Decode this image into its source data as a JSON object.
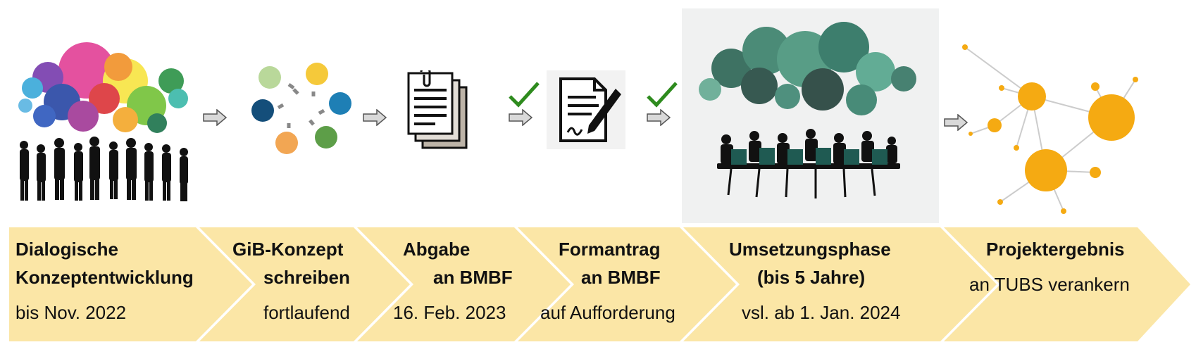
{
  "steps": [
    {
      "title_1": "Dialogische",
      "title_2": "Konzeptentwicklung",
      "subtitle": "bis Nov. 2022"
    },
    {
      "title_1": "GiB-Konzept",
      "title_2": "schreiben",
      "subtitle": "fortlaufend"
    },
    {
      "title_1": "Abgabe",
      "title_2": "an BMBF",
      "subtitle": "16. Feb. 2023"
    },
    {
      "title_1": "Formantrag",
      "title_2": "an BMBF",
      "subtitle": "auf Aufforderung"
    },
    {
      "title_1": "Umsetzungsphase",
      "title_2": "(bis 5 Jahre)",
      "subtitle": "vsl. ab 1. Jan. 2024"
    },
    {
      "title_1": "Projektergebnis",
      "title_2": "",
      "subtitle": "an TUBS verankern"
    }
  ],
  "colors": {
    "chevron": "#FBE6A6",
    "check": "#2E8B1E",
    "network": "#F5AA12",
    "meeting_bubbles": "#2F7A62"
  },
  "icons": [
    "people-speech-bubbles-icon",
    "lightbulb-cycle-icon",
    "documents-icon",
    "signature-form-icon",
    "meeting-silhouette-icon",
    "network-nodes-icon",
    "arrow-right-icon",
    "checkmark-icon"
  ]
}
